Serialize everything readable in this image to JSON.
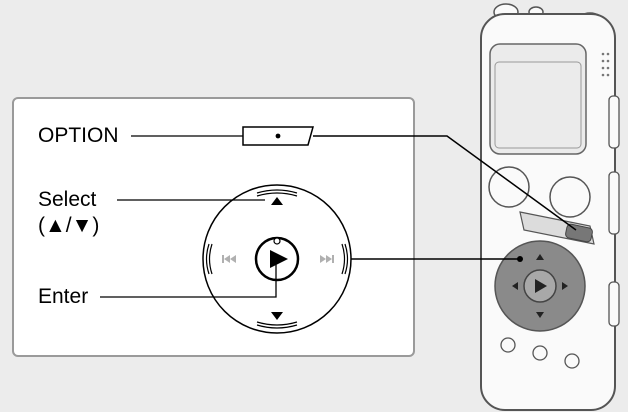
{
  "labels": {
    "option": "OPTION",
    "select": "Select",
    "select_arrows": "(▲/▼)",
    "enter": "Enter"
  },
  "icons": {
    "up": "triangle-up-icon",
    "down": "triangle-down-icon",
    "play": "play-icon",
    "previous": "skip-previous-icon",
    "next": "skip-next-icon"
  },
  "colors": {
    "background": "#ececec",
    "panel": "#ffffff",
    "panel_border": "#9a9a9a",
    "line": "#000000",
    "device_body": "#fafafa",
    "device_outline": "#555555",
    "screen": "#ebebeb",
    "control_gray": "#8a8a8a",
    "disabled_icon": "#b0b0b0"
  }
}
